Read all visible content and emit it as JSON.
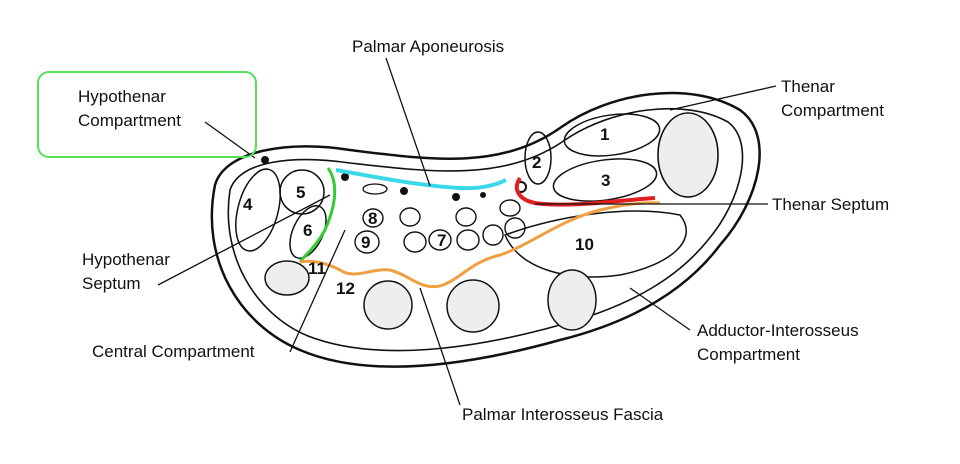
{
  "labels": {
    "palmar_aponeurosis": "Palmar Aponeurosis",
    "hypothenar_compartment": [
      "Hypothenar",
      "Compartment"
    ],
    "thenar_compartment": [
      "Thenar",
      "Compartment"
    ],
    "thenar_septum": "Thenar Septum",
    "hypothenar_septum": [
      "Hypothenar",
      "Septum"
    ],
    "central_compartment": "Central Compartment",
    "adductor_interosseus_compartment": [
      "Adductor-Interosseus",
      "Compartment"
    ],
    "palmar_interosseus_fascia": "Palmar Interosseus Fascia"
  },
  "region_numbers": [
    "1",
    "2",
    "3",
    "4",
    "5",
    "6",
    "7",
    "8",
    "9",
    "10",
    "11",
    "12"
  ],
  "colors": {
    "hypothenar_highlight_box": "#55e055",
    "palmar_aponeurosis_line": "#38d8e8",
    "thenar_septum_line": "#e02020",
    "hypothenar_septum_line": "#33cc33",
    "palmar_interosseus_fascia_line": "#f0a040"
  }
}
